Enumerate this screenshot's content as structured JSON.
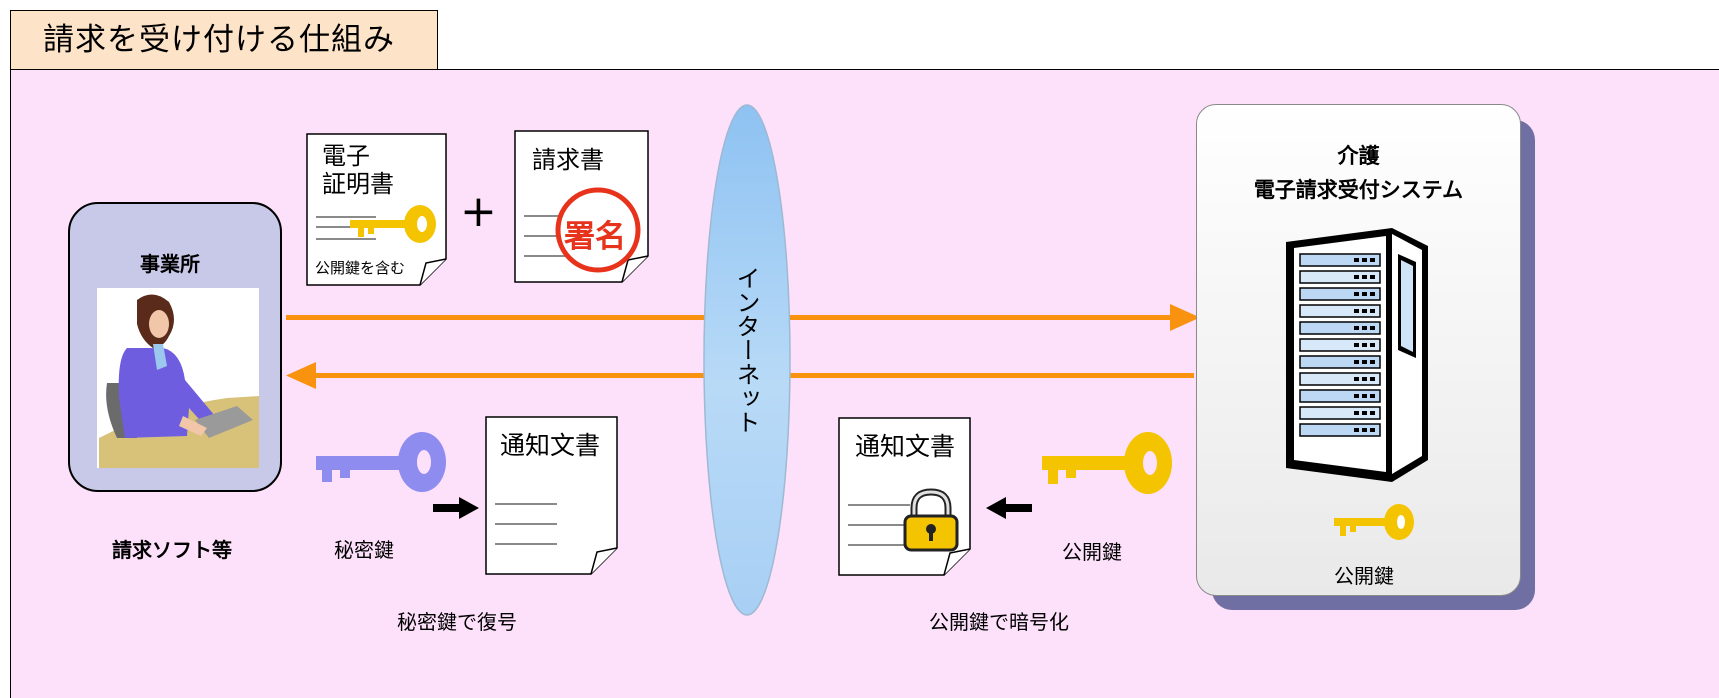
{
  "title": "請求を受け付ける仕組み",
  "office": {
    "label": "事業所",
    "software_label": "請求ソフト等"
  },
  "docs": {
    "certificate_label_line1": "電子",
    "certificate_label_line2": "証明書",
    "certificate_note": "公開鍵を含む",
    "plus": "+",
    "invoice_label": "請求書",
    "signature": "署名",
    "notice_left": "通知文書",
    "notice_right": "通知文書"
  },
  "internet": "インターネット",
  "keys": {
    "private_key_label": "秘密鍵",
    "public_key_label_mid": "公開鍵",
    "public_key_label_server": "公開鍵",
    "decrypt_caption": "秘密鍵で復号",
    "encrypt_caption": "公開鍵で暗号化"
  },
  "server": {
    "title_line1": "介護",
    "title_line2": "電子請求受付システム"
  },
  "colors": {
    "panel_bg": "#fde1fb",
    "title_bg": "#fde3c8",
    "arrow": "#f8920f",
    "gold_key": "#f5c400",
    "private_key": "#8f8cf0",
    "signature_red": "#e8331c",
    "internet_oval": "#a8cff4",
    "office_box": "#c8c8e8"
  },
  "icons": [
    "gold-key-icon",
    "private-key-icon",
    "padlock-icon",
    "server-rack-icon",
    "person-at-desk-icon",
    "arrow-right-icon",
    "arrow-left-icon"
  ]
}
